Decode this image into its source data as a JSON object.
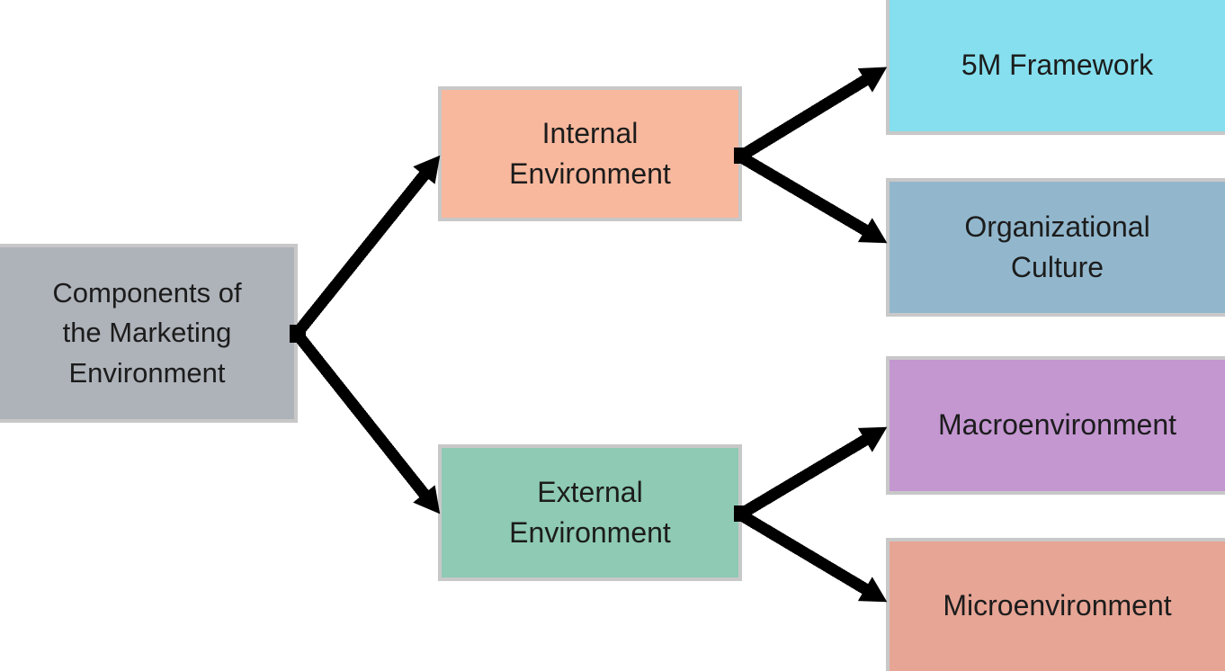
{
  "diagram": {
    "type": "hierarchy-flowchart",
    "title": "Components of the Marketing Environment",
    "nodes": [
      {
        "id": "root",
        "label": "Components of\nthe Marketing\nEnvironment",
        "color": "#aeb2b9"
      },
      {
        "id": "internal",
        "label": "Internal\nEnvironment",
        "color": "#f8b89d"
      },
      {
        "id": "external",
        "label": "External\nEnvironment",
        "color": "#8ecab4"
      },
      {
        "id": "m5",
        "label": "5M Framework",
        "color": "#85dfee"
      },
      {
        "id": "org",
        "label": "Organizational\nCulture",
        "color": "#92b7cd"
      },
      {
        "id": "macro",
        "label": "Macroenvironment",
        "color": "#c497d1"
      },
      {
        "id": "micro",
        "label": "Microenvironment",
        "color": "#e7a595"
      }
    ],
    "edges": [
      {
        "from": "root",
        "to": "internal"
      },
      {
        "from": "root",
        "to": "external"
      },
      {
        "from": "internal",
        "to": "m5"
      },
      {
        "from": "internal",
        "to": "org"
      },
      {
        "from": "external",
        "to": "macro"
      },
      {
        "from": "external",
        "to": "micro"
      }
    ],
    "colors": {
      "background": "#ffffff",
      "border": "#c8c8c8",
      "arrow": "#000000",
      "text": "#1c1c1c"
    }
  }
}
